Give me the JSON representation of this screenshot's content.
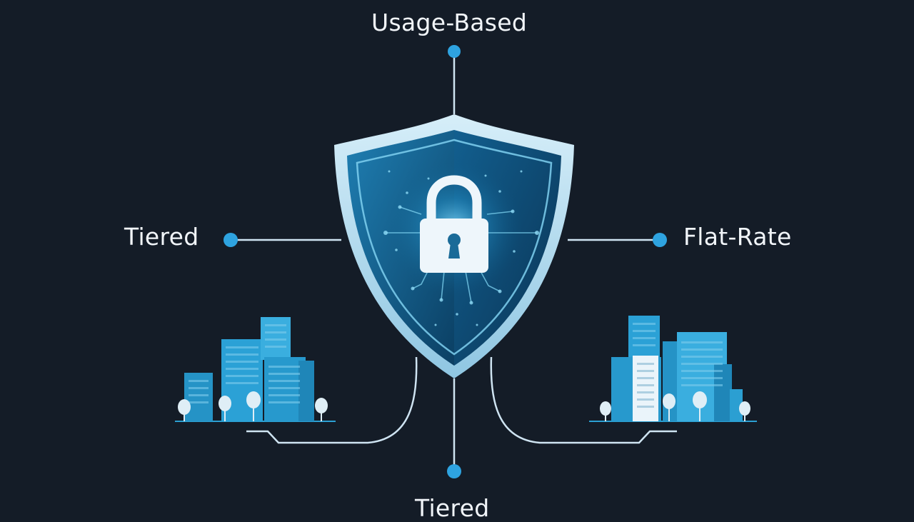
{
  "labels": {
    "top": "Usage-Based",
    "left": "Tiered",
    "right": "Flat-Rate",
    "bottom": "Tiered"
  },
  "colors": {
    "background": "#141c27",
    "connector": "#cfe4f2",
    "node": "#2ea3e0",
    "shield_rim": "#bfe0f0",
    "shield_fill": "#0e5d8a",
    "lock": "#eef6fb",
    "buildings": "#2b9fd2"
  },
  "icons": {
    "center": "shield-lock-icon",
    "left_group": "city-buildings-icon",
    "right_group": "city-buildings-icon"
  }
}
